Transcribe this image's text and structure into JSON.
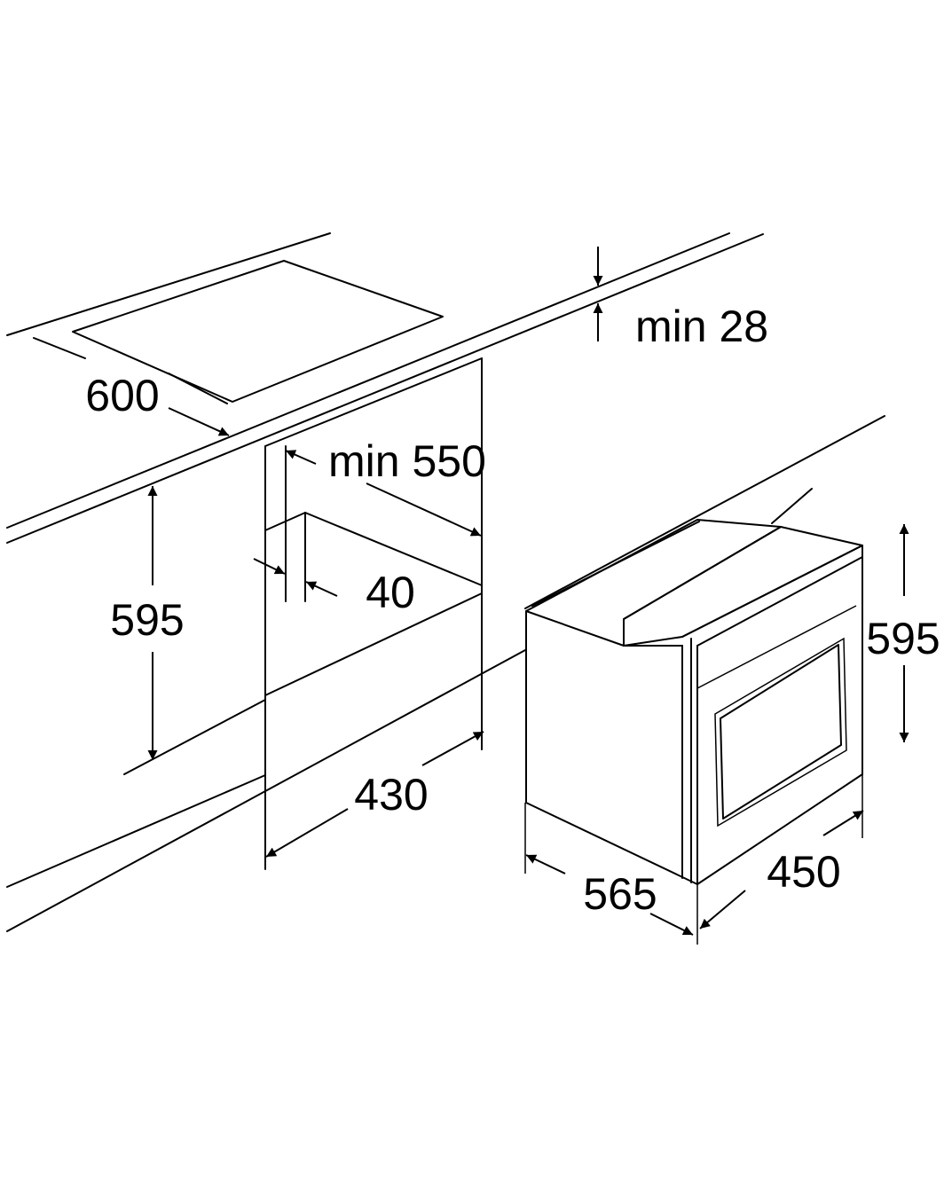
{
  "dimensions": {
    "countertop_depth": "600",
    "countertop_min_thickness": "min 28",
    "cutout_min_width": "min 550",
    "cutout_rear_gap": "40",
    "cutout_height": "595",
    "cutout_depth": "430",
    "oven_depth": "565",
    "oven_width": "450",
    "oven_height": "595"
  },
  "colors": {
    "line": "#000000",
    "background": "#ffffff"
  }
}
